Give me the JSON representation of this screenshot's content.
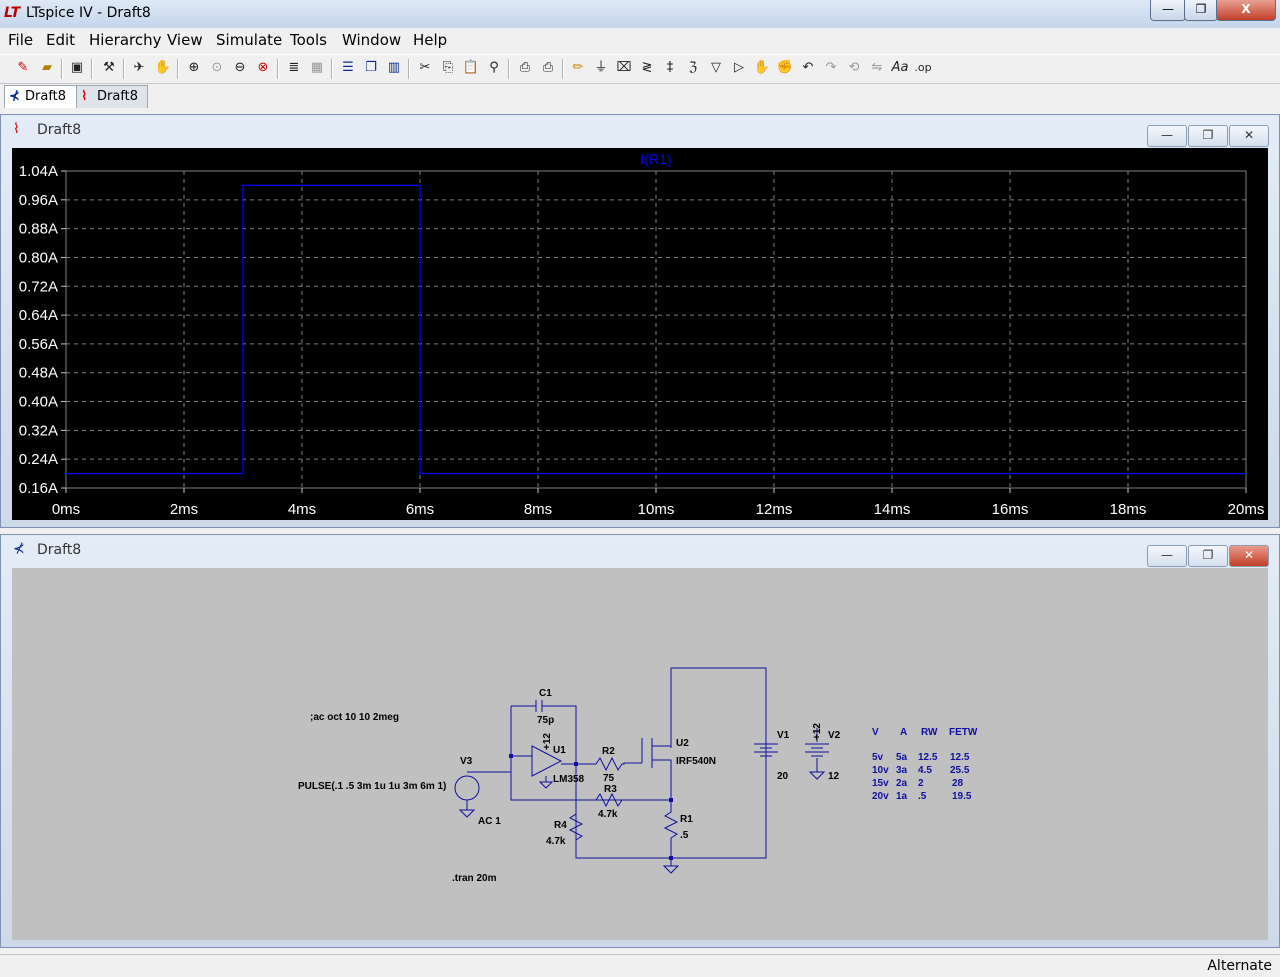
{
  "app": {
    "title": "LTspice IV - Draft8",
    "logo": "LT"
  },
  "window_controls": {
    "minimize": "—",
    "restore": "❐",
    "close": "X"
  },
  "menu": [
    "File",
    "Edit",
    "Hierarchy",
    "View",
    "Simulate",
    "Tools",
    "Window",
    "Help"
  ],
  "toolbar_icons": [
    "new-schematic-icon",
    "open-icon",
    "save-icon",
    "hammer-icon",
    "run-icon",
    "pan-hand-icon",
    "zoom-in-icon",
    "zoom-area-icon",
    "zoom-out-icon",
    "zoom-cancel-icon",
    "autoscale-icon",
    "grid-icon",
    "tile-horizontal-icon",
    "cascade-icon",
    "tile-vertical-icon",
    "cut-icon",
    "copy-icon",
    "paste-icon",
    "find-icon",
    "print-preview-icon",
    "print-icon",
    "draw-wire-icon",
    "ground-icon",
    "label-net-icon",
    "resistor-icon",
    "capacitor-icon",
    "inductor-icon",
    "diode-icon",
    "component-icon",
    "move-icon",
    "drag-icon",
    "undo-icon",
    "redo-icon",
    "rotate-icon",
    "mirror-icon",
    "text-icon",
    "spice-directive-icon"
  ],
  "tabs": [
    {
      "label": "Draft8",
      "icon": "schematic-icon"
    },
    {
      "label": "Draft8",
      "icon": "waveform-icon"
    }
  ],
  "plot_window": {
    "title": "Draft8",
    "icon": "waveform-icon"
  },
  "schematic_window": {
    "title": "Draft8",
    "icon": "schematic-icon"
  },
  "chart_data": {
    "type": "line",
    "title": "I(R1)",
    "series": [
      {
        "name": "I(R1)",
        "color": "#0000ff",
        "x": [
          0,
          3,
          3,
          6,
          6,
          20
        ],
        "y": [
          0.2,
          0.2,
          1.0,
          1.0,
          0.2,
          0.2
        ]
      }
    ],
    "xlim": [
      0,
      20
    ],
    "ylim": [
      0.16,
      1.04
    ],
    "x_ticks": [
      0,
      2,
      4,
      6,
      8,
      10,
      12,
      14,
      16,
      18,
      20
    ],
    "x_tick_labels": [
      "0ms",
      "2ms",
      "4ms",
      "6ms",
      "8ms",
      "10ms",
      "12ms",
      "14ms",
      "16ms",
      "18ms",
      "20ms"
    ],
    "y_ticks": [
      0.16,
      0.24,
      0.32,
      0.4,
      0.48,
      0.56,
      0.64,
      0.72,
      0.8,
      0.88,
      0.96,
      1.04
    ],
    "y_tick_labels": [
      "0.16A",
      "0.24A",
      "0.32A",
      "0.40A",
      "0.48A",
      "0.56A",
      "0.64A",
      "0.72A",
      "0.80A",
      "0.88A",
      "0.96A",
      "1.04A"
    ],
    "grid": true,
    "background": "#000000"
  },
  "schematic": {
    "directive_ac": ";ac oct 10 10 2meg",
    "directive_tran": ".tran 20m",
    "v3_name": "V3",
    "v3_value": "PULSE(.1 .5 3m 1u 1u 3m 6m 1)",
    "v3_ac": "AC 1",
    "c1_name": "C1",
    "c1_value": "75p",
    "u1_name": "U1",
    "u1_value": "LM358",
    "u1_supply": "+12",
    "r2_name": "R2",
    "r2_value": "75",
    "r3_name": "R3",
    "r3_value": "4.7k",
    "r4_name": "R4",
    "r4_value": "4.7k",
    "r1_name": "R1",
    "r1_value": ".5",
    "u2_name": "U2",
    "u2_value": "IRF540N",
    "v1_name": "V1",
    "v1_value": "20",
    "v2_name": "V2",
    "v2_value": "12",
    "v2_supply": "+12",
    "table_headers": [
      "V",
      "A",
      "RW",
      "FETW"
    ],
    "table_rows": [
      [
        "5v",
        "5a",
        "12.5",
        "12.5"
      ],
      [
        "10v",
        "3a",
        "4.5",
        "25.5"
      ],
      [
        "15v",
        "2a",
        "2",
        "28"
      ],
      [
        "20v",
        "1a",
        ".5",
        "19.5"
      ]
    ]
  },
  "status": {
    "text": "Alternate"
  }
}
